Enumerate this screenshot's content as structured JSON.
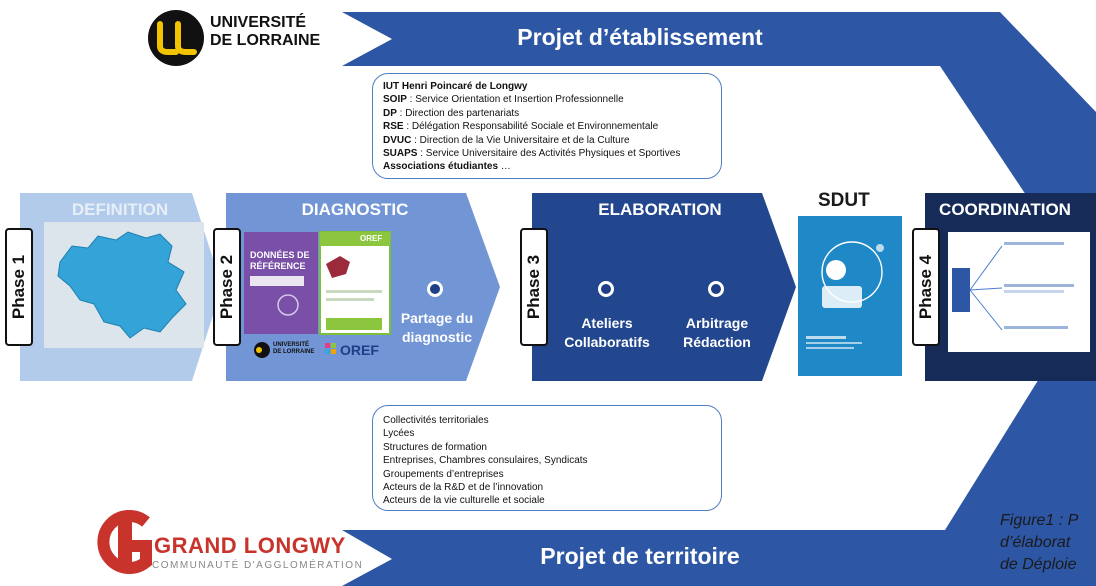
{
  "logos": {
    "ul_top": "UNIVERSITÉ",
    "ul_bottom": "DE LORRAINE",
    "gl_name": "GRAND LONGWY",
    "gl_sub": "COMMUNAUTÉ D'AGGLOMÉRATION"
  },
  "banners": {
    "top": "Projet d’établissement",
    "bottom": "Projet de territoire"
  },
  "phases": [
    {
      "tab": "Phase 1",
      "title": "DEFINITION"
    },
    {
      "tab": "Phase 2",
      "title": "DIAGNOSTIC",
      "step": "Partage du\ndiagnostic"
    },
    {
      "tab": "Phase 3",
      "title": "ELABORATION",
      "steps": [
        "Ateliers\nCollaboratifs",
        "Arbitrage\nRédaction"
      ]
    },
    {
      "tab": "Phase 4",
      "title": "COORDINATION"
    }
  ],
  "diagnostic_docs": {
    "doc1_title": "DONNÉES DE\nRÉFÉRENCE",
    "doc2_label": "OREF",
    "ul_label": "UNIVERSITÉ\nDE LORRAINE",
    "oref_label": "OREF"
  },
  "sdut": {
    "title": "SDUT"
  },
  "university_box": [
    {
      "strong": "IUT Henri Poincaré de Longwy",
      "text": ""
    },
    {
      "strong": "SOIP",
      "text": " : Service Orientation et Insertion Professionnelle"
    },
    {
      "strong": "DP",
      "text": " : Direction des partenariats"
    },
    {
      "strong": "RSE",
      "text": " : Délégation Responsabilité Sociale et Environnementale"
    },
    {
      "strong": "DVUC",
      "text": " : Direction de la Vie Universitaire et de la Culture"
    },
    {
      "strong": "SUAPS",
      "text": " : Service Universitaire des Activités Physiques et Sportives"
    },
    {
      "strong": "Associations étudiantes",
      "text": " …"
    }
  ],
  "territory_box": [
    "Collectivités territoriales",
    "Lycées",
    "Structures de formation",
    "Entreprises, Chambres consulaires, Syndicats",
    "Groupements d’entreprises",
    "Acteurs de la R&D et de l’innovation",
    "Acteurs de la vie culturelle et sociale"
  ],
  "caption": [
    "Figure1 : P",
    "d’élaborat",
    "de Déploie"
  ],
  "colors": {
    "banner_blue": "#2d56a5",
    "definition": "#b3cbeb",
    "diagnostic": "#7295d5",
    "elaboration": "#23478f",
    "coordination": "#162b58",
    "map_fill": "#33a3d8",
    "gl_red": "#c8332b"
  }
}
